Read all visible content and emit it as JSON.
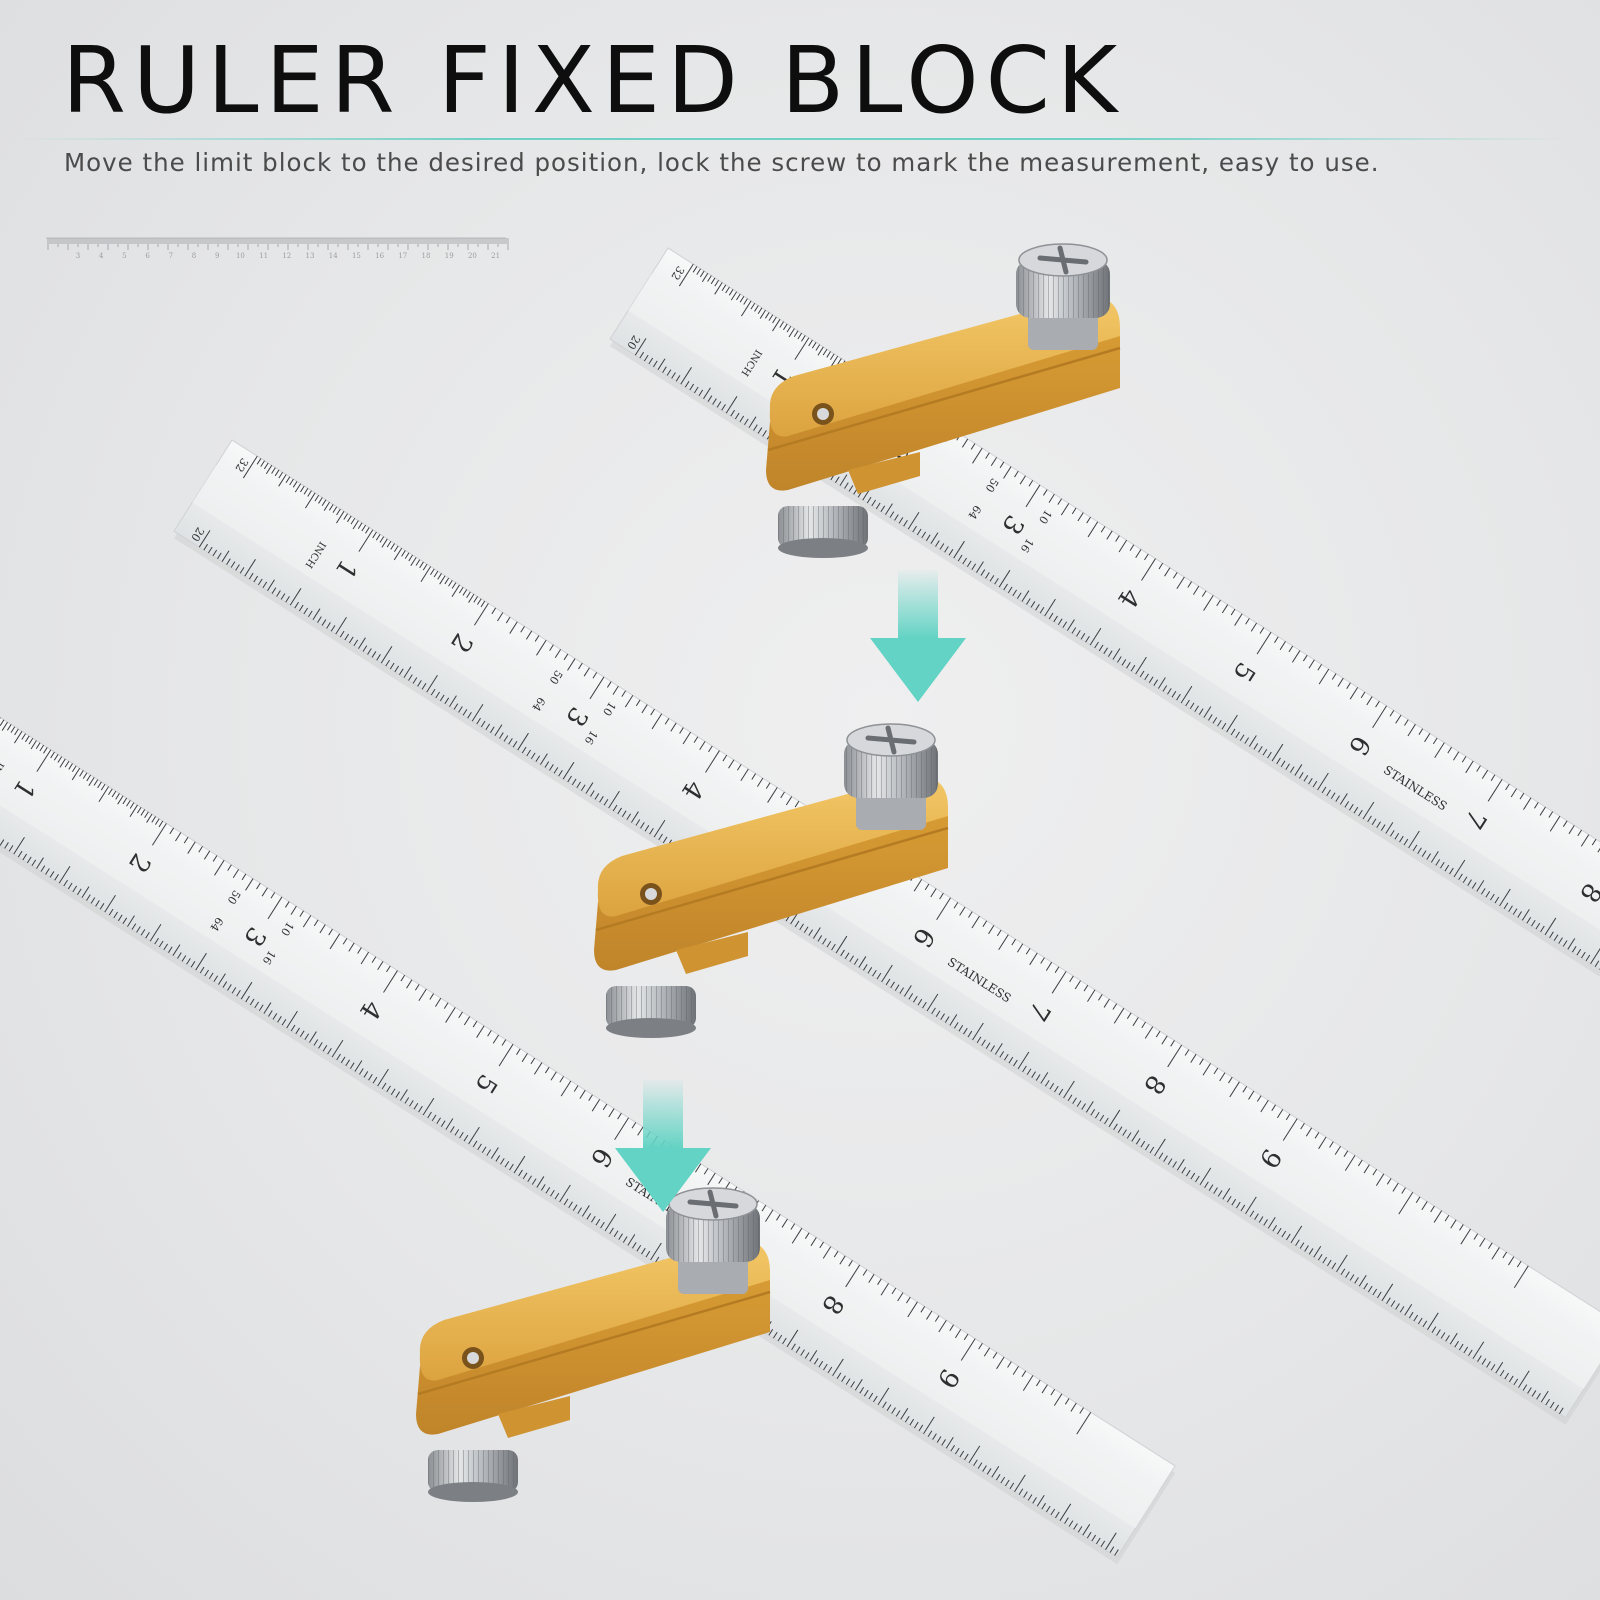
{
  "header": {
    "title": "RULER FIXED BLOCK",
    "subtitle": "Move the limit block to the desired position, lock the screw to mark the measurement, easy to use."
  },
  "mini_ruler": {
    "labels": [
      "3",
      "4",
      "5",
      "6",
      "7",
      "8",
      "9",
      "10",
      "11",
      "12",
      "13",
      "14",
      "15",
      "16",
      "17",
      "18",
      "19",
      "20",
      "21"
    ]
  },
  "ruler": {
    "inch_label": "INCH",
    "material_label": "STAINLESS",
    "scale_32": "32",
    "scale_20": "20",
    "scale_50": "50",
    "scale_64": "64",
    "scale_10": "10",
    "scale_16": "16",
    "numbers": [
      "1",
      "2",
      "3",
      "4",
      "5",
      "6",
      "7",
      "8",
      "9"
    ]
  },
  "colors": {
    "accent_arrow": "#6fd6c8",
    "block_gold": "#e3ad45",
    "ruler_steel": "#eef0f1",
    "title_text": "#0e0e0e"
  },
  "icons": {
    "step_arrow": "arrow-down-icon"
  }
}
